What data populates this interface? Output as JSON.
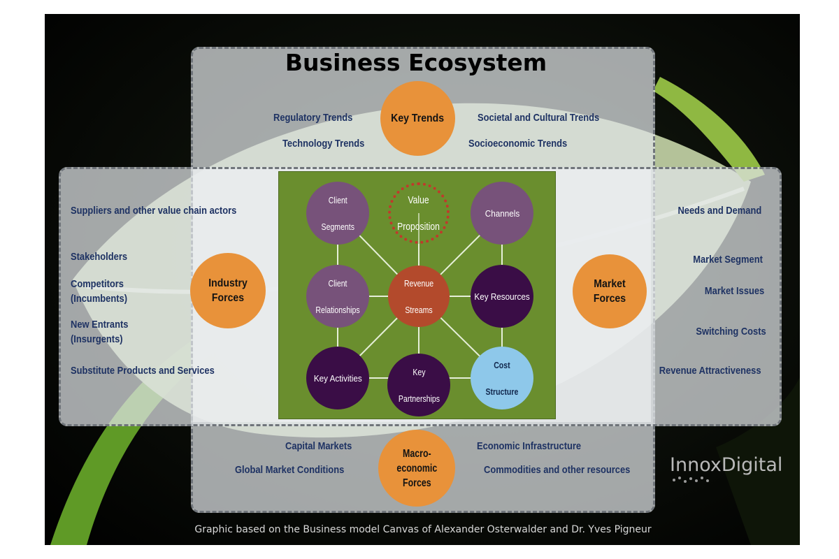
{
  "title": "Business Ecosystem",
  "colors": {
    "orange": "#e8923a",
    "green_panel": "#6a8e2e",
    "purple": "#77527a",
    "dark_purple": "#3a0d46",
    "rust": "#b34a2c",
    "light_blue": "#8ec8ea",
    "label_blue": "#1e3263"
  },
  "key_trends": {
    "title": "Key Trends",
    "regulatory": "Regulatory Trends",
    "technology": "Technology Trends",
    "societal": "Societal and Cultural Trends",
    "socioeconomic": "Socioeconomic Trends"
  },
  "industry_forces": {
    "title": "Industry Forces",
    "suppliers": "Suppliers and other value chain actors",
    "stakeholders": "Stakeholders",
    "competitors_1": "Competitors",
    "competitors_2": "(Incumbents)",
    "new_entrants_1": "New Entrants",
    "new_entrants_2": "(Insurgents)",
    "substitutes": "Substitute Products and Services"
  },
  "market_forces": {
    "title": "Market Forces",
    "needs": "Needs and Demand",
    "segment": "Market Segment",
    "issues": "Market Issues",
    "switching": "Switching Costs",
    "revenue": "Revenue Attractiveness"
  },
  "macro_forces": {
    "title_1": "Macro-",
    "title_2": "economic",
    "title_3": "Forces",
    "capital": "Capital Markets",
    "global": "Global Market Conditions",
    "infrastructure": "Economic Infrastructure",
    "commodities": "Commodities and other resources"
  },
  "canvas": {
    "client_segments": [
      "Client",
      "Segments"
    ],
    "value_proposition": [
      "Value",
      "Proposition"
    ],
    "channels": [
      "Channels"
    ],
    "client_relationships": [
      "Client",
      "Relationships"
    ],
    "revenue_streams": [
      "Revenue",
      "Streams"
    ],
    "key_resources": [
      "Key Resources"
    ],
    "key_activities": [
      "Key Activities"
    ],
    "key_partnerships": [
      "Key",
      "Partnerships"
    ],
    "cost_structure": [
      "Cost",
      "Structure"
    ]
  },
  "credit": "Graphic based on the Business model Canvas of Alexander Osterwalder and  Dr. Yves Pigneur",
  "logo": "InnoxDigital",
  "icons": {
    "logo_dots": "dot-pattern-icon"
  }
}
